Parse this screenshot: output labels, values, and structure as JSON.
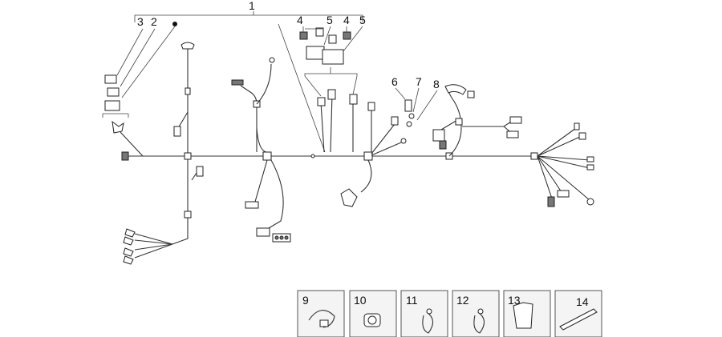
{
  "labels": {
    "l1": "1",
    "l2": "2",
    "l3": "3",
    "l4a": "4",
    "l5a": "5",
    "l4b": "4",
    "l5b": "5",
    "l6": "6",
    "l7": "7",
    "l8": "8",
    "l9": "9",
    "l10": "10",
    "l11": "11",
    "l12": "12",
    "l13": "13",
    "l14": "14"
  },
  "colors": {
    "line": "#333333",
    "box_fill": "#f4f4f4",
    "box_stroke": "#555555"
  }
}
